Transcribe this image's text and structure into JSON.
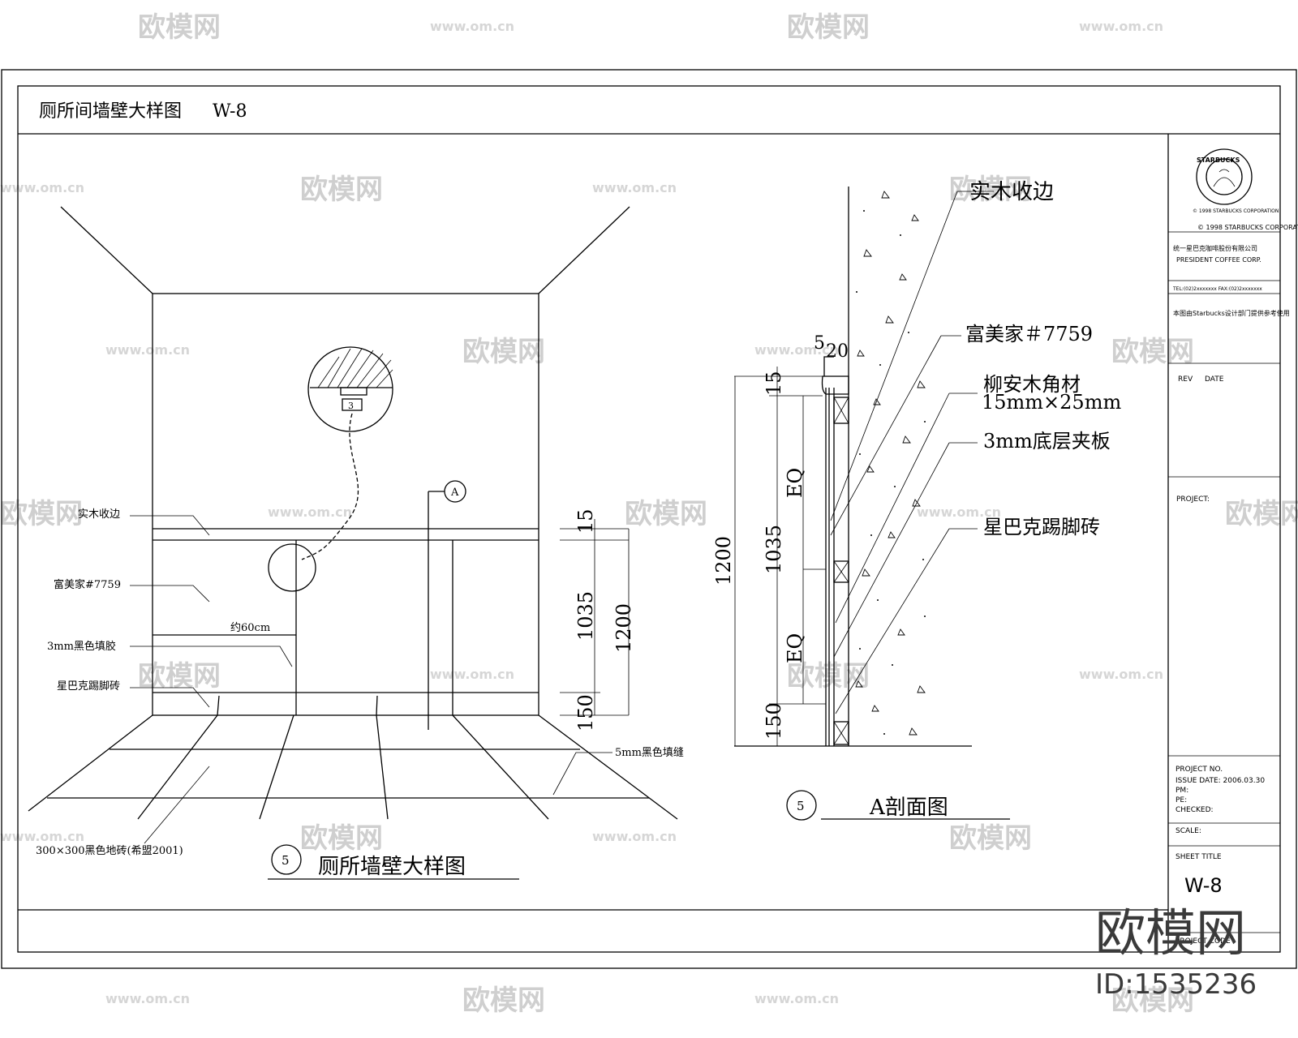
{
  "watermark": {
    "brand": "欧模网",
    "url": "www.om.cn",
    "id": "ID:1535236"
  },
  "header": {
    "title": "厕所间墙壁大样图",
    "code": "W-8"
  },
  "elevation": {
    "callout_tag": "A",
    "detail_number": "3",
    "labels": {
      "edge": "实木收边",
      "laminate": "富美家#7759",
      "grout_3mm": "3mm黑色填胶",
      "skirting": "星巴克踢脚砖",
      "grout_5mm": "5mm黑色填缝",
      "tile": "300×300黑色地砖(希盟2001)",
      "spacing": "约60cm"
    },
    "dims": {
      "top": "15",
      "mid": "1035",
      "total": "1200",
      "base": "150"
    },
    "caption_number": "5",
    "caption": "厕所墙壁大样图"
  },
  "section": {
    "labels": {
      "edge": "实木收边",
      "laminate": "富美家＃7759",
      "batten": "柳安木角材",
      "batten_size": "15mm×25mm",
      "plywood": "3mm底层夹板",
      "skirting": "星巴克踢脚砖"
    },
    "dims": {
      "five": "5",
      "twenty": "20",
      "top": "15",
      "eq": "EQ",
      "mid": "1035",
      "total": "1200",
      "base": "150"
    },
    "caption_number": "5",
    "caption": "A剖面图"
  },
  "title_block": {
    "logo_text": "STARBUCKS",
    "logo_sub": "© 1998 STARBUCKS CORPORATION",
    "company_line1": "统一星巴克咖啡股份有限公司",
    "company_line2": "PRESIDENT COFFEE CORP.",
    "tel": "TEL:(02)2xxxxxxx FAX:(02)2xxxxxxx",
    "desc": "本图由Starbucks设计部门提供参考使用",
    "rev": "REV",
    "date": "DATE",
    "project": "PROJECT:",
    "project_no": "PROJECT NO.",
    "issue_date": "ISSUE DATE: 2006.03.30",
    "pm": "PM:",
    "pe": "PE:",
    "checked": "CHECKED:",
    "scale": "SCALE:",
    "sheet_title": "SHEET TITLE",
    "sheet_no": "W-8",
    "project_code": "PROJECT CODE"
  }
}
